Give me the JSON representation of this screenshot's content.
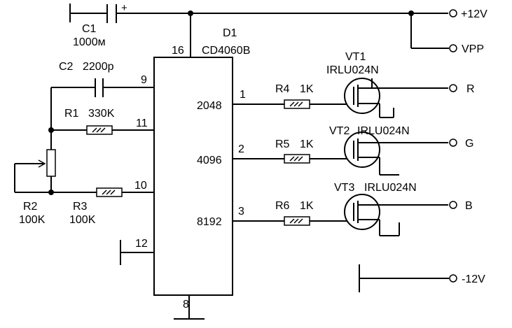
{
  "components": {
    "c1": {
      "ref": "C1",
      "value": "1000м",
      "polarity": "+"
    },
    "c2": {
      "ref": "C2",
      "value": "2200p"
    },
    "r1": {
      "ref": "R1",
      "value": "330K"
    },
    "r2": {
      "ref": "R2",
      "value": "100K"
    },
    "r3": {
      "ref": "R3",
      "value": "100K"
    },
    "r4": {
      "ref": "R4",
      "value": "1K"
    },
    "r5": {
      "ref": "R5",
      "value": "1K"
    },
    "r6": {
      "ref": "R6",
      "value": "1K"
    },
    "d1": {
      "ref": "D1",
      "part": "CD4060B"
    },
    "vt1": {
      "ref": "VT1",
      "part": "IRLU024N"
    },
    "vt2": {
      "ref": "VT2",
      "part": "IRLU024N"
    },
    "vt3": {
      "ref": "VT3",
      "part": "IRLU024N"
    }
  },
  "ic_pins": {
    "p16": "16",
    "p9": "9",
    "p11": "11",
    "p10": "10",
    "p12": "12",
    "p8": "8",
    "p1": "1",
    "p2": "2",
    "p3": "3",
    "out1": "2048",
    "out2": "4096",
    "out3": "8192"
  },
  "terminals": {
    "vcc": "+12V",
    "vpp": "VPP",
    "r": "R",
    "g": "G",
    "b": "B",
    "vneg": "-12V"
  }
}
